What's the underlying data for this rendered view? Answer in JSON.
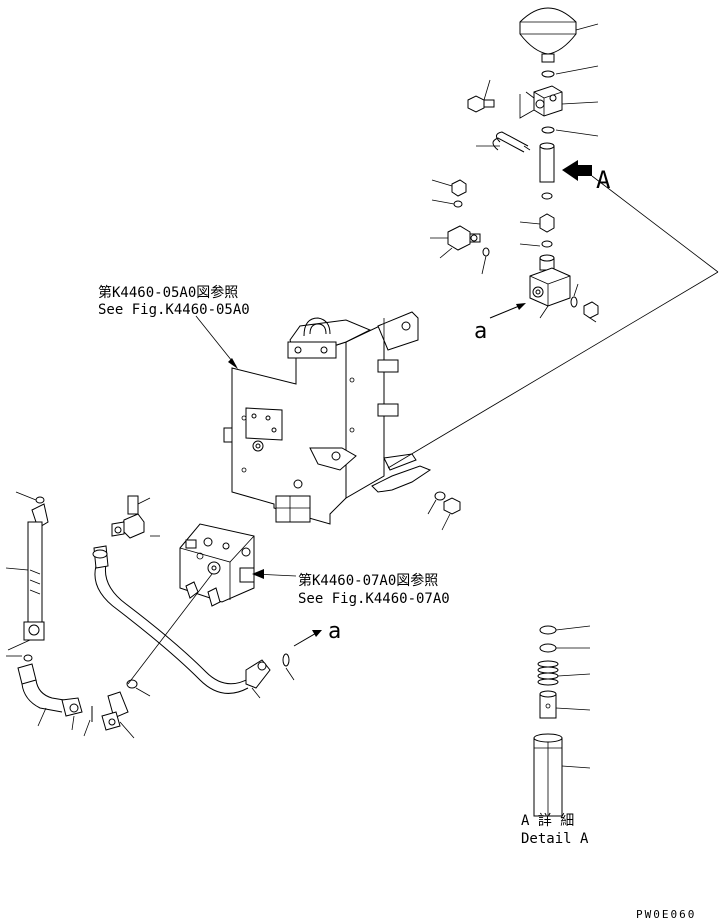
{
  "callouts": {
    "fig1_jp": "第K4460-05A0図参照",
    "fig1_en": "See Fig.K4460-05A0",
    "fig2_jp": "第K4460-07A0図参照",
    "fig2_en": "See Fig.K4460-07A0"
  },
  "view_markers": {
    "arrow_a_upper": "a",
    "arrow_a_lower": "a",
    "view_big_a": "A"
  },
  "detail": {
    "title_jp": "A 詳 細",
    "title_en": "Detail A"
  },
  "drawing_code": "PW0E060"
}
